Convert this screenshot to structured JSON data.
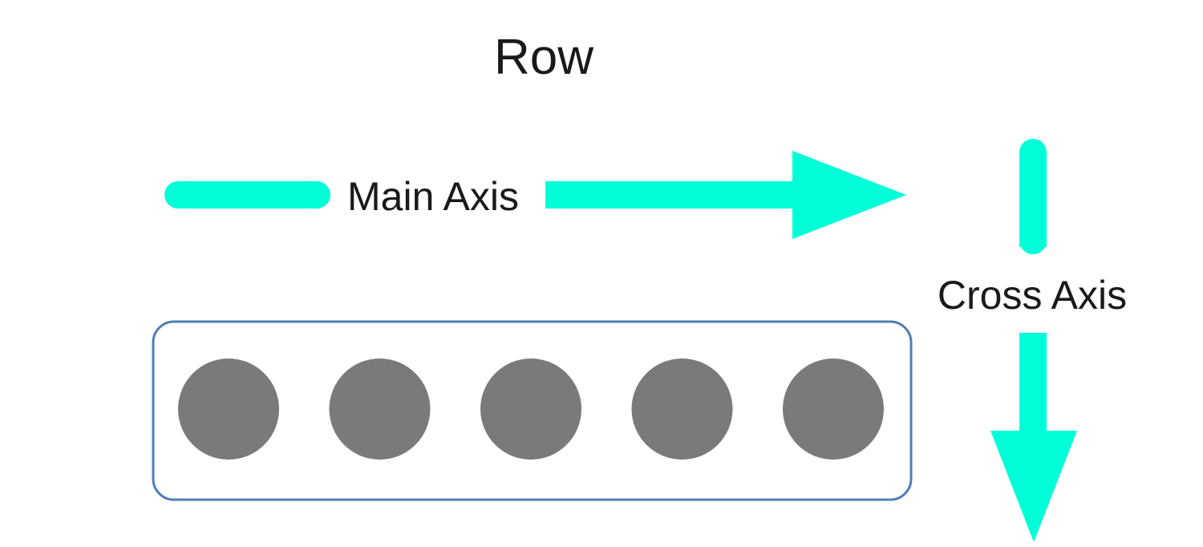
{
  "title": "Row",
  "main_axis": {
    "label": "Main Axis"
  },
  "cross_axis": {
    "label": "Cross Axis"
  },
  "container": {
    "item_count": 5
  },
  "colors": {
    "axis_arrow": "#00FFD8",
    "container_border": "#4F7DB8",
    "item_fill": "#7A7A7A",
    "text": "#1A1A1A",
    "background": "#FFFFFF"
  }
}
